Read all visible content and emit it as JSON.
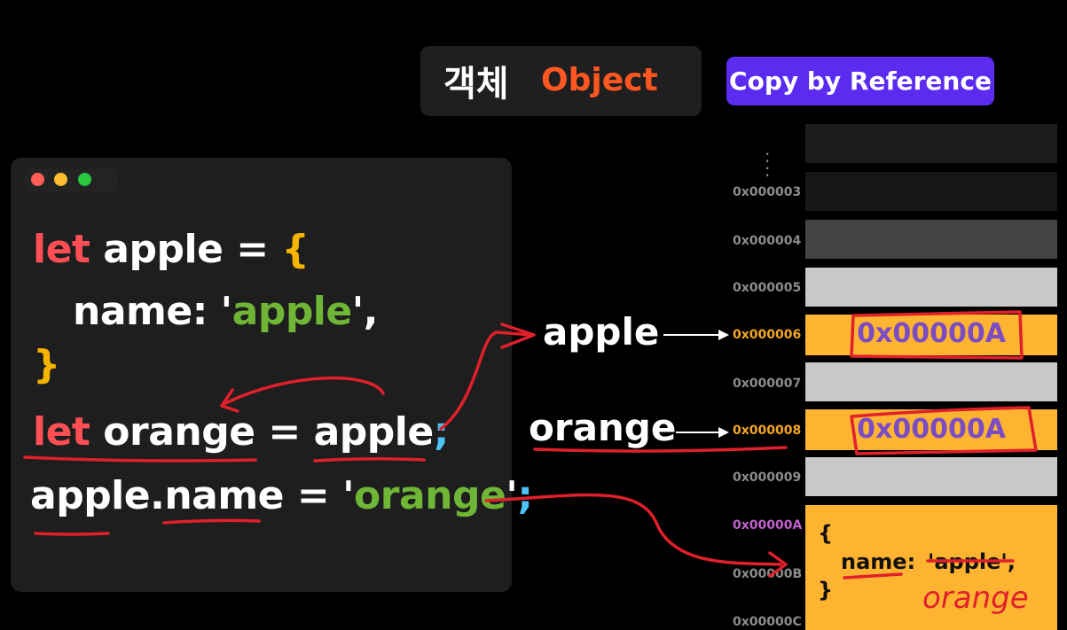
{
  "header": {
    "title_korean": "객체",
    "title_english": "Object",
    "badge": "Copy by Reference"
  },
  "code": {
    "line1": {
      "kw": "let",
      "name": "apple",
      "eq": "=",
      "brace": "{"
    },
    "line2": {
      "key": "name:",
      "q1": "'",
      "val": "apple",
      "q2": "'",
      "comma": ","
    },
    "line3": {
      "brace": "}"
    },
    "line4": {
      "kw": "let",
      "name": "orange",
      "eq": "=",
      "val": "apple",
      "semi": ";"
    },
    "line5": {
      "prefix": "apple.name",
      "eq": "=",
      "q1": "'",
      "val": "orange",
      "q2": "'",
      "semi": ";"
    }
  },
  "memory": {
    "addresses": [
      "0x000003",
      "0x000004",
      "0x000005",
      "0x000006",
      "0x000007",
      "0x000008",
      "0x000009",
      "0x00000A",
      "0x00000B",
      "0x00000C"
    ],
    "apple_label": "apple",
    "orange_label": "orange",
    "apple_value": "0x00000A",
    "orange_value": "0x00000A",
    "object_open": "{",
    "object_key": "name:",
    "object_old_value": "'apple',",
    "object_close": "}",
    "object_new_value": "orange"
  },
  "colors": {
    "title_accent": "#ff5722",
    "badge_bg": "#5b2cf0",
    "highlight_cell": "#ffb431",
    "annotation_red": "#e0202a"
  }
}
